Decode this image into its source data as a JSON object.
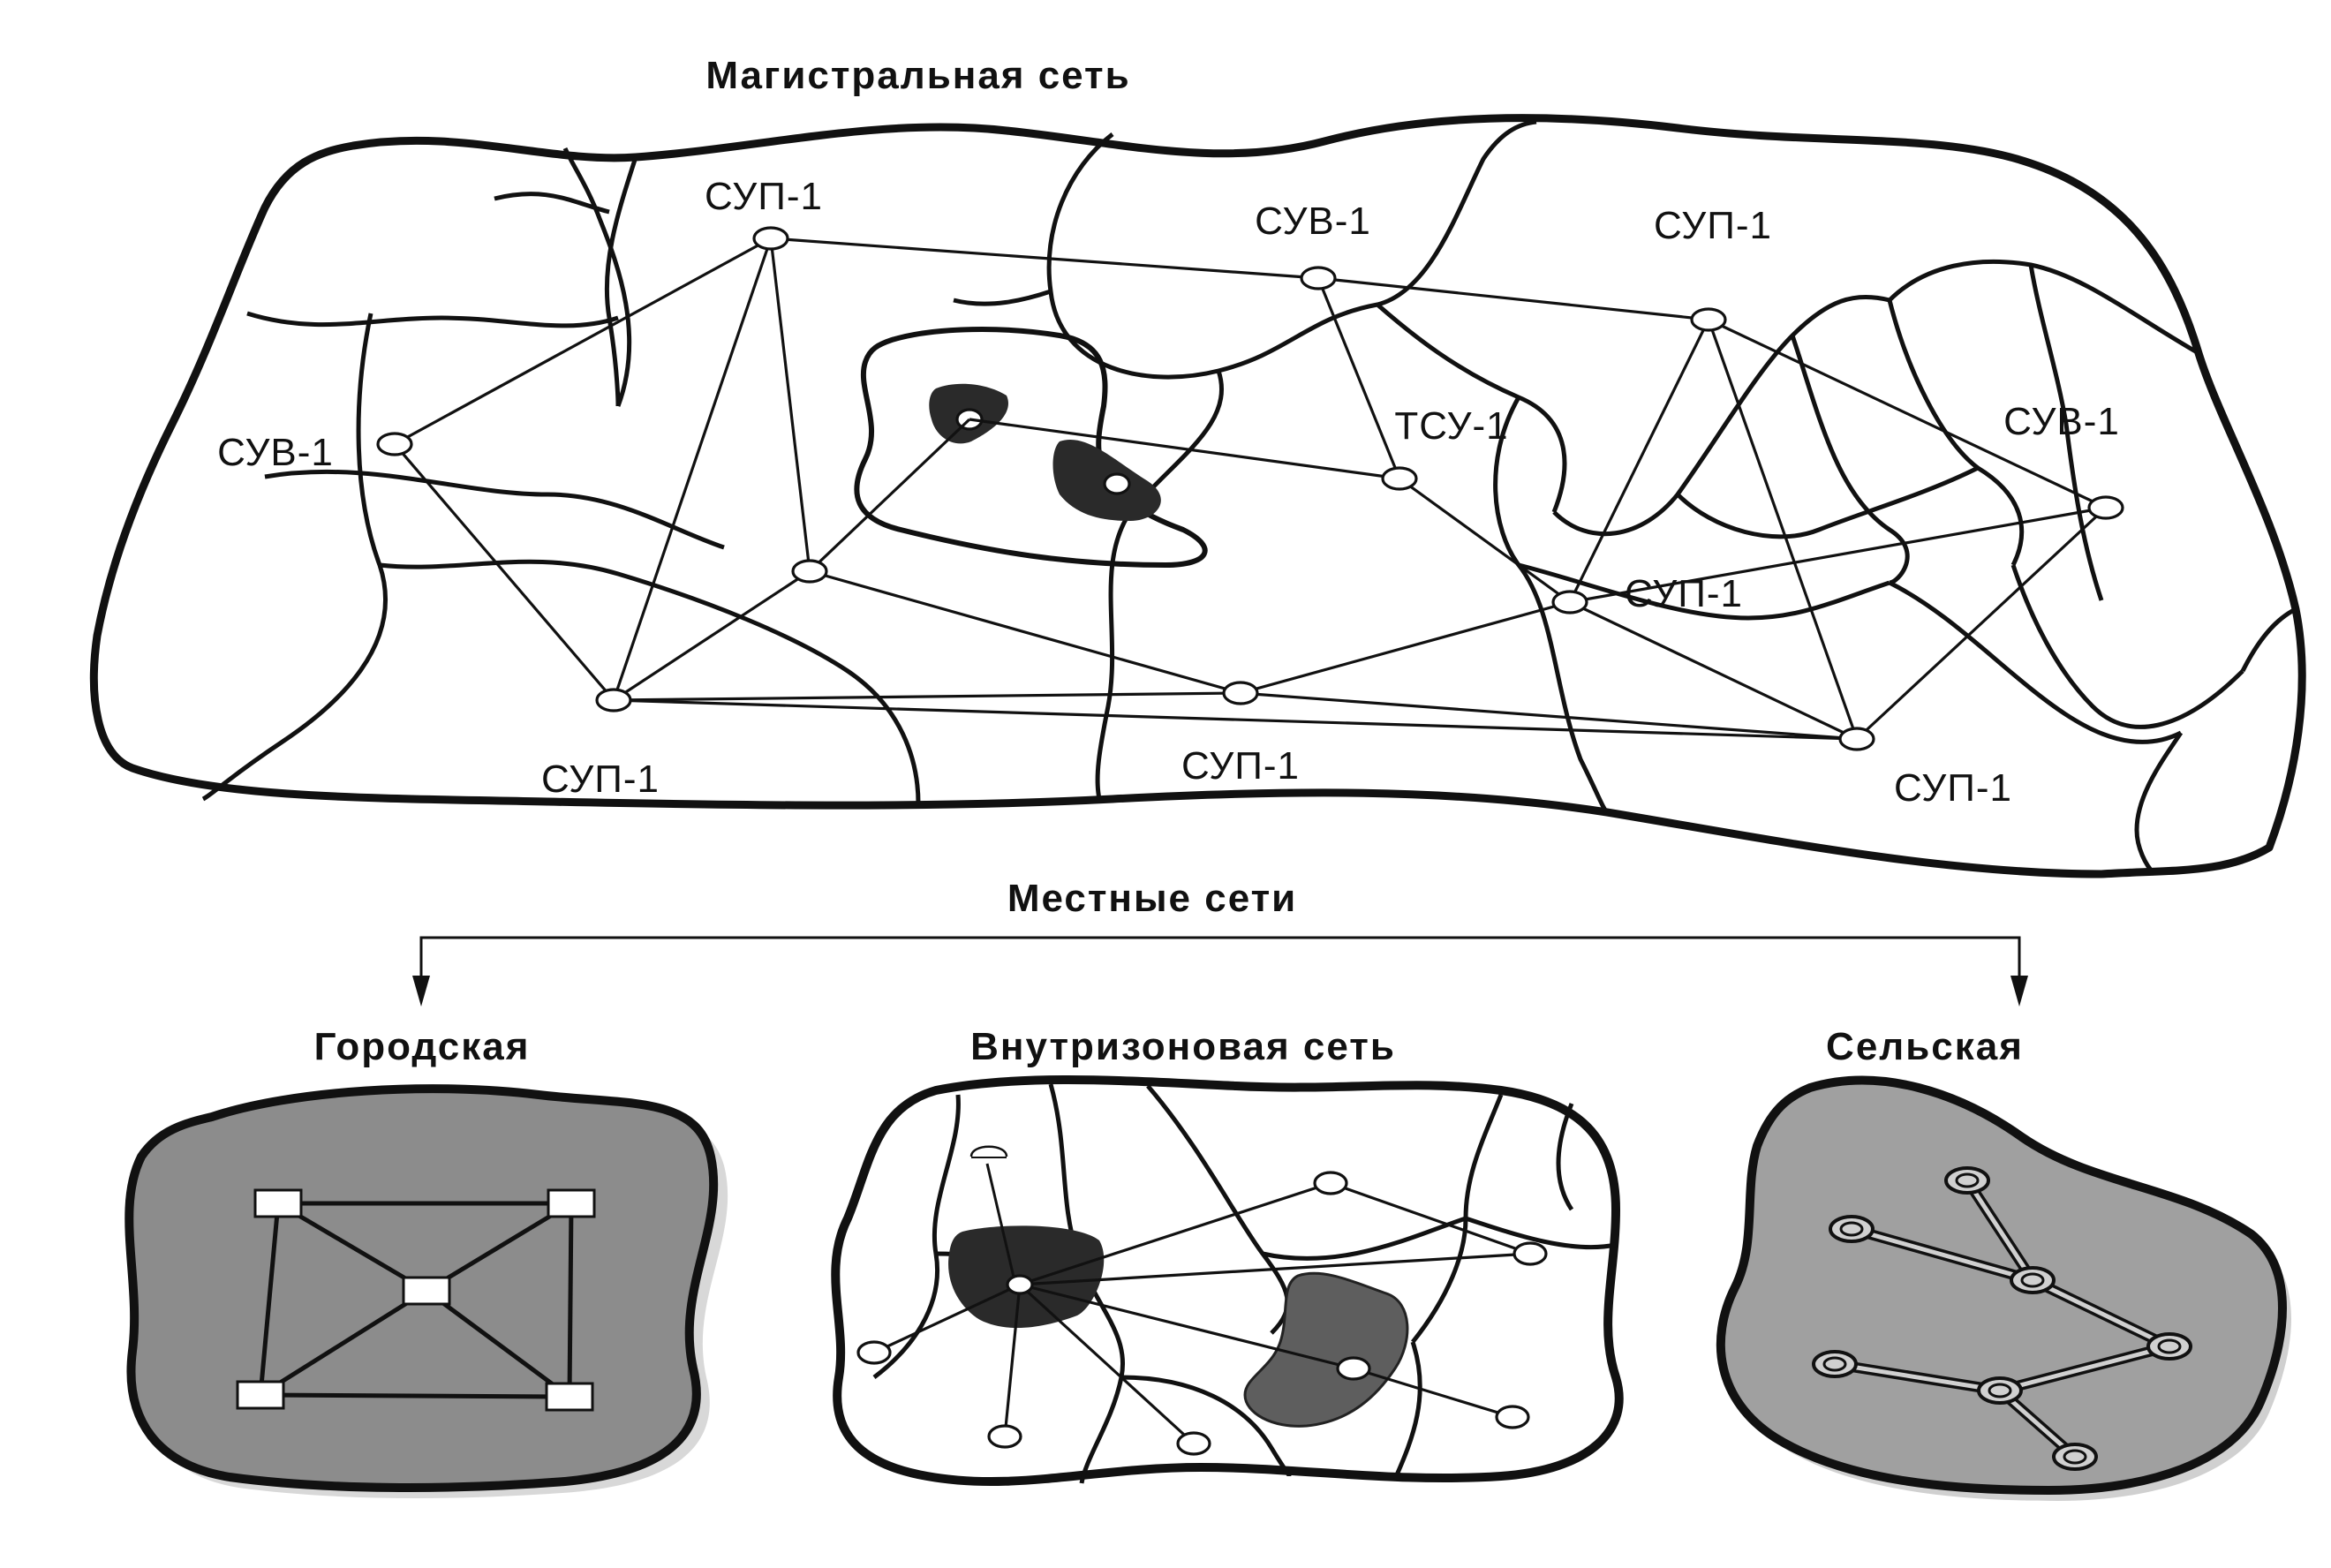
{
  "backbone": {
    "title": "Магистральная сеть",
    "node_labels": [
      {
        "id": "top-left-sup",
        "text": "СУП-1"
      },
      {
        "id": "top-center-suv",
        "text": "СУВ-1"
      },
      {
        "id": "top-right-sup",
        "text": "СУП-1"
      },
      {
        "id": "left-suv",
        "text": "СУВ-1"
      },
      {
        "id": "center-tsu",
        "text": "ТСУ-1"
      },
      {
        "id": "right-suv",
        "text": "СУВ-1"
      },
      {
        "id": "mid-right-sup",
        "text": "СУП-1"
      },
      {
        "id": "bottom-left-sup",
        "text": "СУП-1"
      },
      {
        "id": "bottom-center-sup",
        "text": "СУП-1"
      },
      {
        "id": "bottom-right-sup",
        "text": "СУП-1"
      }
    ]
  },
  "local": {
    "heading": "Местные сети",
    "networks": [
      {
        "id": "urban",
        "title": "Городская"
      },
      {
        "id": "intrazonal",
        "title": "Внутризоновая сеть"
      },
      {
        "id": "rural",
        "title": "Сельская"
      }
    ]
  },
  "colors": {
    "ink": "#111111",
    "background": "#ffffff",
    "city_fill": "#8c8c8c",
    "rural_fill": "#a0a0a0",
    "dark_blob": "#2a2a2a",
    "mid_blob": "#5e5e5e"
  }
}
